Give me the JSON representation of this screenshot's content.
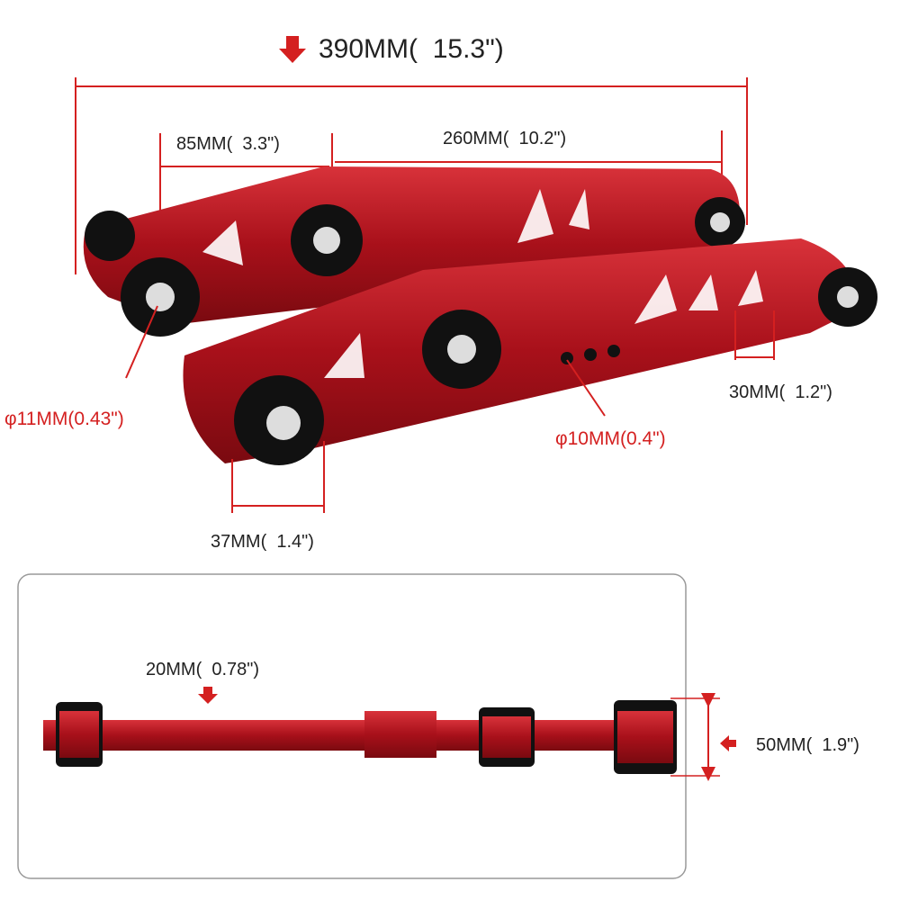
{
  "dimensions": {
    "overall_length": "390MM(  15.3\")",
    "inner_offset": "85MM(  3.3\")",
    "main_span": "260MM(  10.2\")",
    "bushing_bore": "φ11MM(0.43\")",
    "adjust_holes": "φ10MM(0.4\")",
    "end_width": "30MM(  1.2\")",
    "bushing_width": "37MM(  1.4\")",
    "arm_thickness": "20MM(  0.78\")",
    "bushing_height": "50MM(  1.9\")"
  },
  "colors": {
    "arm_red": "#b3141c",
    "dimension_line": "#d42020",
    "bushing": "#111111"
  }
}
